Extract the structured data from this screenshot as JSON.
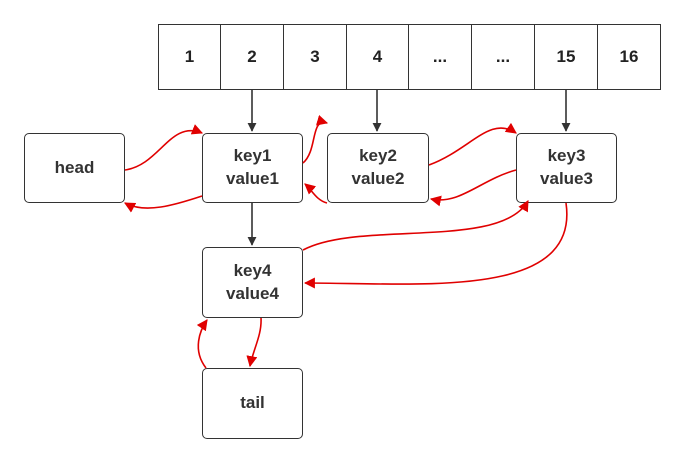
{
  "slots": [
    "1",
    "2",
    "3",
    "4",
    "...",
    "...",
    "15",
    "16"
  ],
  "nodes": {
    "head": {
      "label": "head"
    },
    "key1": {
      "key": "key1",
      "value": "value1"
    },
    "key2": {
      "key": "key2",
      "value": "value2"
    },
    "key3": {
      "key": "key3",
      "value": "value3"
    },
    "key4": {
      "key": "key4",
      "value": "value4"
    },
    "tail": {
      "label": "tail"
    }
  },
  "colors": {
    "bucket_arrow": "#333333",
    "list_arrow": "#e00000",
    "border": "#333333"
  }
}
